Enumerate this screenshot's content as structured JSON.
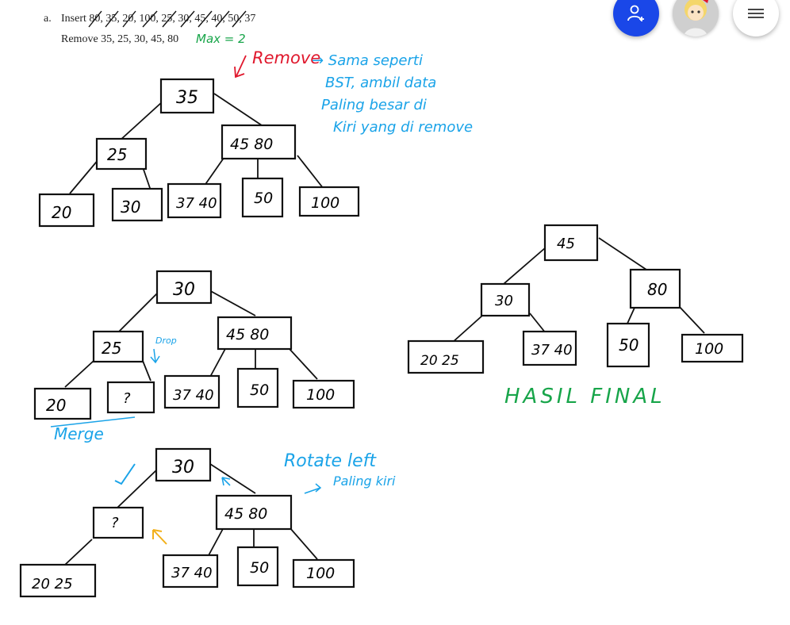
{
  "question": {
    "label": "a.",
    "insert_line": "Insert 80, 35, 20, 100, 25, 30, 45, 40, 50, 37",
    "remove_line": "Remove 35, 25, 30, 45, 80",
    "max_note": "Max = 2"
  },
  "annotations": {
    "remove": "Remove",
    "remove_explain": [
      "→ Sama seperti",
      "BST, ambil data",
      "Paling besar di",
      "Kiri yang di remove"
    ],
    "drop": "Drop",
    "merge": "Merge",
    "rotate": "Rotate left",
    "rotate_sub": "Paling kiri",
    "final": "HASIL FINAL"
  },
  "trees": {
    "t1": {
      "root": "35",
      "left": "25",
      "right": "45 80",
      "l1": "20",
      "l2": "30",
      "r1": "37 40",
      "r2": "50",
      "r3": "100"
    },
    "t2": {
      "root": "30",
      "left": "25",
      "right": "45 80",
      "l1": "20",
      "l2": "?",
      "r1": "37 40",
      "r2": "50",
      "r3": "100"
    },
    "t3": {
      "root": "30",
      "left": "?",
      "right": "45 80",
      "l1": "20 25",
      "r1": "37 40",
      "r2": "50",
      "r3": "100"
    },
    "t4": {
      "root": "45",
      "left": "30",
      "right": "80",
      "l1": "20 25",
      "l2": "37 40",
      "r1": "50",
      "r2": "100"
    }
  },
  "colors": {
    "red": "#e0182d",
    "blue": "#1aa3e8",
    "green": "#18a54a",
    "orange": "#f2b01a",
    "fab_blue": "#1a47e8"
  },
  "icons": {
    "add_user": "add-user-icon",
    "menu": "menu-icon"
  }
}
